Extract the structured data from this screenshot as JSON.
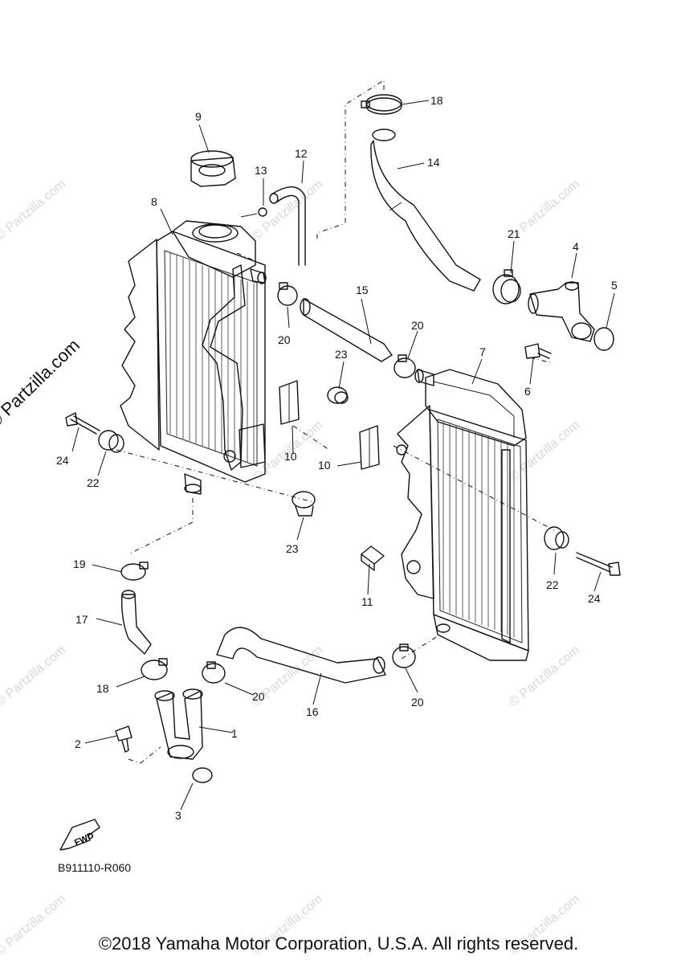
{
  "watermark": {
    "text": "© Partzilla.com"
  },
  "diagram_code": "B911110-R060",
  "copyright": "©2018 Yamaha Motor Corporation, U.S.A. All rights reserved.",
  "fwd_label": "FWD",
  "callouts": {
    "c1": "1",
    "c2": "2",
    "c3": "3",
    "c4": "4",
    "c5": "5",
    "c6": "6",
    "c7": "7",
    "c8": "8",
    "c9": "9",
    "c10a": "10",
    "c10b": "10",
    "c11": "11",
    "c12": "12",
    "c13": "13",
    "c14": "14",
    "c15": "15",
    "c16": "16",
    "c17": "17",
    "c18a": "18",
    "c18b": "18",
    "c19": "19",
    "c20a": "20",
    "c20b": "20",
    "c20c": "20",
    "c20d": "20",
    "c21": "21",
    "c22a": "22",
    "c22b": "22",
    "c23a": "23",
    "c23b": "23",
    "c24a": "24",
    "c24b": "24"
  }
}
